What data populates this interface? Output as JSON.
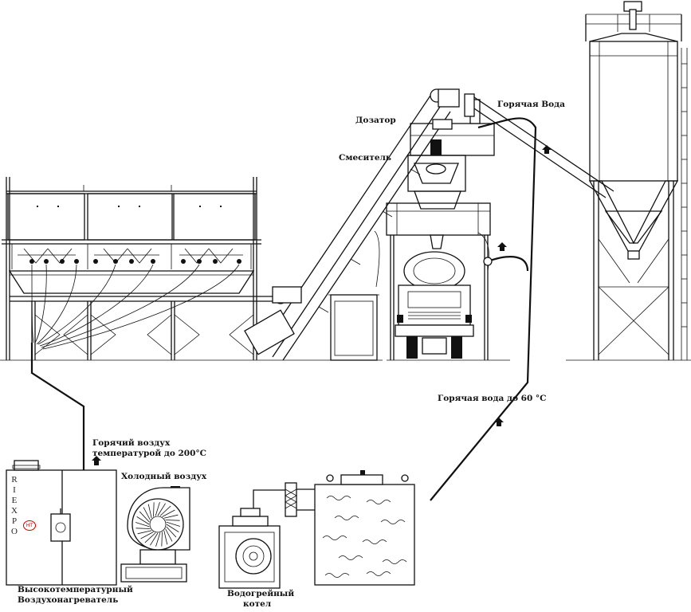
{
  "diagram": {
    "labels": {
      "hot_water_top": "Горячая Вода",
      "doser": "Дозатор",
      "mixer": "Смеситель",
      "hot_water_60": "Горячая вода до 60 °С",
      "hot_air_line1": "Горячий воздух",
      "hot_air_line2": "температурой до 200°С",
      "cold_air": "Холодный воздух",
      "air_heater_line1": "Высокотемпературный",
      "air_heater_line2": "Воздухонагреватель",
      "boiler_line1": "Водогрейный",
      "boiler_line2": "котел"
    },
    "brand_letters": [
      "R",
      "I",
      "E",
      "X",
      "P",
      "O"
    ],
    "badge": "HT",
    "icons": [
      "aggregate-bins",
      "belt-conveyor",
      "inclined-conveyor",
      "mixer-tower",
      "truck-mixer",
      "cement-silo",
      "screw-conveyor",
      "hot-air-heater",
      "centrifugal-fan",
      "water-boiler",
      "water-tank",
      "heat-exchanger",
      "flow-arrow"
    ]
  }
}
